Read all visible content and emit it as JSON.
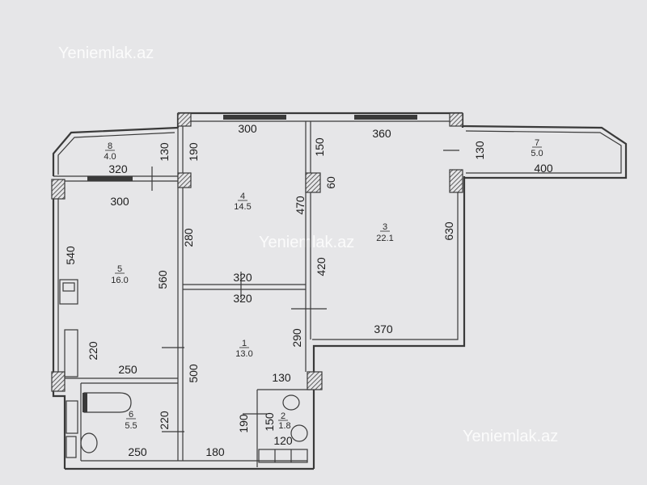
{
  "watermarks": [
    "Yeniemlak.az",
    "Yeniemlak.az",
    "Yeniemlak.az"
  ],
  "rooms": [
    {
      "number": "1",
      "area": "13.0"
    },
    {
      "number": "2",
      "area": "1.8"
    },
    {
      "number": "3",
      "area": "22.1"
    },
    {
      "number": "4",
      "area": "14.5"
    },
    {
      "number": "5",
      "area": "16.0"
    },
    {
      "number": "6",
      "area": "5.5"
    },
    {
      "number": "7",
      "area": "5.0"
    },
    {
      "number": "8",
      "area": "4.0"
    }
  ],
  "dimensions": {
    "d300_top": "300",
    "d360": "360",
    "d150_top": "150",
    "d190_top": "190",
    "d130_left": "130",
    "d320_balcony": "320",
    "d300_left": "300",
    "d470": "470",
    "d60": "60",
    "d280": "280",
    "d540": "540",
    "d560": "560",
    "d320_a": "320",
    "d320_b": "320",
    "d420": "420",
    "d630": "630",
    "d130_right": "130",
    "d400": "400",
    "d370": "370",
    "d290": "290",
    "d220_a": "220",
    "d250_a": "250",
    "d500": "500",
    "d130_mid": "130",
    "d220_b": "220",
    "d190_bot": "190",
    "d150_bot": "150",
    "d120": "120",
    "d250_b": "250",
    "d180": "180"
  }
}
